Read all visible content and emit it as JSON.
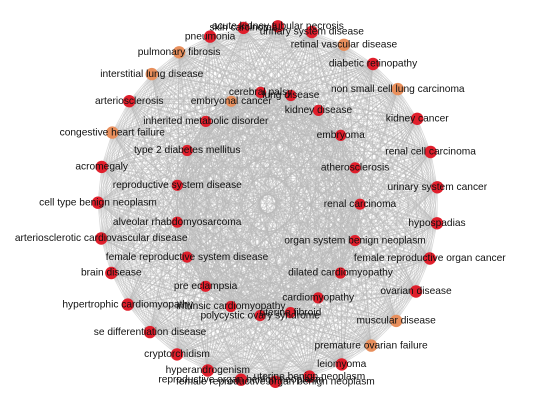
{
  "colors": {
    "node_red": "#e01e2b",
    "node_orange": "#e88f5c",
    "edge": "#b9b9b9"
  },
  "rings": {
    "outer": [
      {
        "id": "pulmonary-fibrosis",
        "label": "pulmonary fibrosis",
        "color": "orange"
      },
      {
        "id": "pneumonia",
        "label": "pneumonia",
        "color": "red"
      },
      {
        "id": "skin-carcinoma",
        "label": "skin carcinoma",
        "color": "red"
      },
      {
        "id": "acute-kidney-tubular-necrosis",
        "label": "acute kidney tubular necrosis",
        "color": "red"
      },
      {
        "id": "urinary-system-disease",
        "label": "urinary system disease",
        "color": "red"
      },
      {
        "id": "retinal-vascular-disease",
        "label": "retinal vascular disease",
        "color": "orange"
      },
      {
        "id": "diabetic-retinopathy",
        "label": "diabetic retinopathy",
        "color": "red"
      },
      {
        "id": "nsclc",
        "label": "non  small cell lung carcinoma",
        "color": "orange"
      },
      {
        "id": "kidney-cancer",
        "label": "kidney cancer",
        "color": "red"
      },
      {
        "id": "renal-cell-carcinoma",
        "label": "renal cell carcinoma",
        "color": "red"
      },
      {
        "id": "urinary-system-cancer",
        "label": "urinary system cancer",
        "color": "red"
      },
      {
        "id": "hypospadias",
        "label": "hypospadias",
        "color": "red"
      },
      {
        "id": "female-reproductive-organ-cancer",
        "label": "female reproductive organ cancer",
        "color": "red"
      },
      {
        "id": "ovarian-disease",
        "label": "ovarian disease",
        "color": "red"
      },
      {
        "id": "muscular-disease",
        "label": "muscular disease",
        "color": "orange"
      },
      {
        "id": "premature-ovarian-failure",
        "label": "premature ovarian failure",
        "color": "orange"
      },
      {
        "id": "leiomyoma",
        "label": "leiomyoma",
        "color": "red"
      },
      {
        "id": "uterine-benign-neoplasm",
        "label": "uterine benign neoplasm",
        "color": "red"
      },
      {
        "id": "female-reproductive-organ-benign-neoplasm",
        "label": "female reproductive organ benign neoplasm",
        "color": "red"
      },
      {
        "id": "reproductive-organ-benign-neoplasm",
        "label": "reproductive organ benign neoplasm",
        "color": "red"
      },
      {
        "id": "hyperandrogenism",
        "label": "hyperandrogenism",
        "color": "red"
      },
      {
        "id": "cryptorchidism",
        "label": "cryptorchidism",
        "color": "red"
      },
      {
        "id": "sex-differentiation-disease",
        "label": "se   differentiation disease",
        "color": "red"
      },
      {
        "id": "hypertrophic-cardiomyopathy",
        "label": "hypertrophic cardiomyopathy",
        "color": "red"
      },
      {
        "id": "brain-disease",
        "label": "brain disease",
        "color": "red"
      },
      {
        "id": "arteriosclerotic-cardiovascular-disease",
        "label": "arteriosclerotic cardiovascular disease",
        "color": "red"
      },
      {
        "id": "cell-type-benign-neoplasm",
        "label": "cell type benign neoplasm",
        "color": "red"
      },
      {
        "id": "acromegaly",
        "label": "acromegaly",
        "color": "red"
      },
      {
        "id": "congestive-heart-failure",
        "label": "congestive heart failure",
        "color": "orange"
      },
      {
        "id": "arteriosclerosis",
        "label": "arteriosclerosis",
        "color": "red"
      },
      {
        "id": "interstitial-lung-disease",
        "label": "interstitial lung disease",
        "color": "orange"
      }
    ],
    "inner": [
      {
        "id": "lung-disease",
        "label": "lung disease",
        "color": "red"
      },
      {
        "id": "kidney-disease",
        "label": "kidney disease",
        "color": "red"
      },
      {
        "id": "embryoma",
        "label": "embryoma",
        "color": "red"
      },
      {
        "id": "atherosclerosis",
        "label": "atherosclerosis",
        "color": "red"
      },
      {
        "id": "renal-carcinoma",
        "label": "renal carcinoma",
        "color": "red"
      },
      {
        "id": "organ-system-benign-neoplasm",
        "label": "organ system benign neoplasm",
        "color": "red"
      },
      {
        "id": "dilated-cardiomyopathy",
        "label": "dilated cardiomyopathy",
        "color": "red"
      },
      {
        "id": "cardiomyopathy",
        "label": "cardiomyopathy",
        "color": "red"
      },
      {
        "id": "uterine-fibroid",
        "label": "uterine fibroid",
        "color": "red"
      },
      {
        "id": "polycystic-ovary-syndrome",
        "label": "polycystic ovary syndrome",
        "color": "red"
      },
      {
        "id": "intrinsic-cardiomyopathy",
        "label": "intrinsic cardiomyopathy",
        "color": "red"
      },
      {
        "id": "pre-eclampsia",
        "label": "pre   eclampsia",
        "color": "red"
      },
      {
        "id": "female-reproductive-system-disease",
        "label": "female reproductive system disease",
        "color": "red"
      },
      {
        "id": "alveolar-rhabdomyosarcoma",
        "label": "alveolar rhabdomyosarcoma",
        "color": "red"
      },
      {
        "id": "reproductive-system-disease",
        "label": "reproductive system disease",
        "color": "red"
      },
      {
        "id": "type-2-diabetes-mellitus",
        "label": "type 2 diabetes mellitus",
        "color": "red"
      },
      {
        "id": "inherited-metabolic-disorder",
        "label": "inherited metabolic disorder",
        "color": "red"
      },
      {
        "id": "embryonal-cancer",
        "label": "embryonal cancer",
        "color": "orange"
      },
      {
        "id": "cerebral-palsy",
        "label": "cerebral palsy",
        "color": "red"
      }
    ]
  }
}
